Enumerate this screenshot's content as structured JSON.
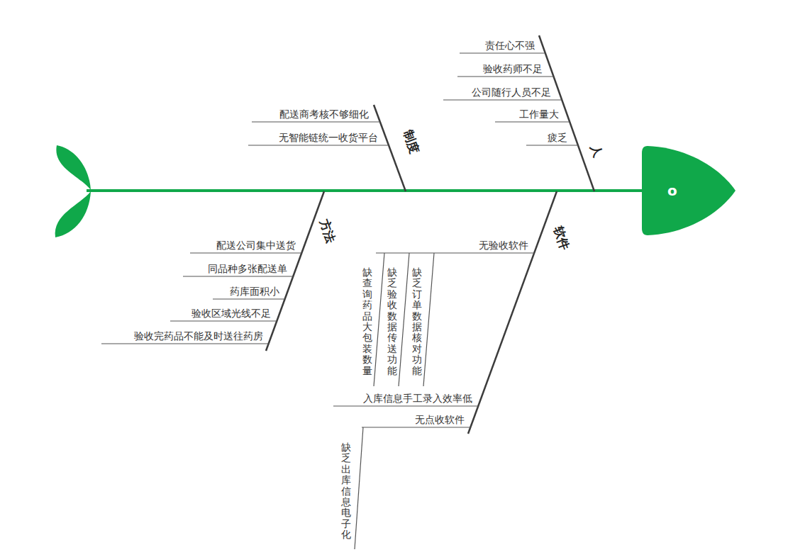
{
  "diagram": {
    "nodes": [
      {
        "text": [
          "o"
        ]
      }
    ],
    "labels": [
      "人",
      "责任心不强",
      "验收药师不足",
      "公司随行人员不足",
      "工作量大",
      "疲乏",
      "制度",
      "配送商考核不够细化",
      "无智能链统一收货平台",
      "方法",
      "配送公司集中送货",
      "同品种多张配送单",
      "药库面积小",
      "验收区域光线不足",
      "验收完药品不能及时送往药房",
      "软件",
      "无验收软件",
      "缺乏订单数据核对功能",
      "缺乏验收数据传送功能",
      "缺查询药品大包装数量",
      "入库信息手工录入效率低",
      "无点收软件",
      "缺乏出库信息电子化"
    ]
  }
}
